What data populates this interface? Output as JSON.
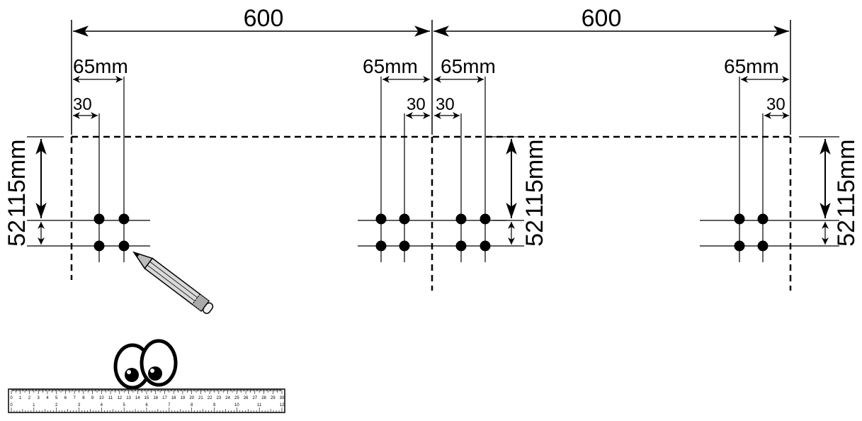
{
  "diagram": {
    "colors": {
      "ink": "#000000",
      "pencil_body": "#c9c9c9",
      "pencil_tip": "#777777",
      "ruler_bg": "#ffffff"
    },
    "labels": {
      "span_left": "600",
      "span_right": "600",
      "spacing_outer_1": "65mm",
      "spacing_outer_2": "65mm",
      "spacing_outer_3": "65mm",
      "spacing_outer_4": "65mm",
      "offset_1": "30",
      "offset_2": "30",
      "offset_3": "30",
      "offset_4": "30",
      "drop_left": "115mm",
      "drop_mid": "115mm",
      "drop_right": "115mm",
      "pitch_left": "52",
      "pitch_mid": "52",
      "pitch_right": "52"
    },
    "ruler": {
      "top_numbers": [
        "0",
        "1",
        "2",
        "3",
        "4",
        "5",
        "6",
        "7",
        "8",
        "9",
        "10",
        "11",
        "12",
        "13",
        "14",
        "15",
        "16",
        "17",
        "18",
        "19",
        "20",
        "21",
        "22",
        "23",
        "24",
        "25",
        "26",
        "27",
        "28",
        "29",
        "30"
      ],
      "bottom_numbers": [
        "0",
        "1",
        "2",
        "3",
        "4",
        "5",
        "6",
        "7",
        "8",
        "9",
        "10",
        "11",
        "12"
      ]
    },
    "icons": [
      "pencil-icon",
      "eyes-icon",
      "ruler-icon"
    ]
  }
}
